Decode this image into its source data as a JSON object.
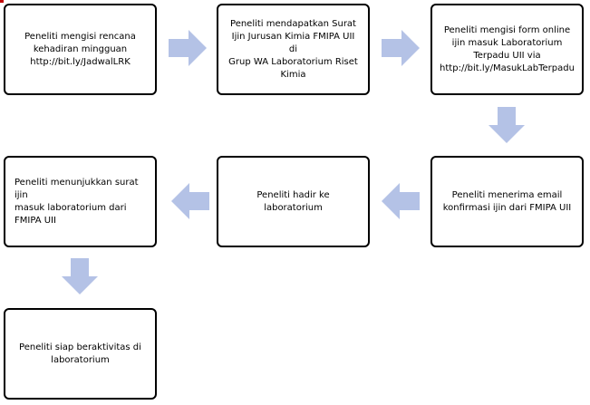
{
  "colors": {
    "box_border": "#000000",
    "arrow_fill": "#b4c2e6",
    "marker": "#c00000"
  },
  "steps": [
    {
      "text": "Peneliti mengisi rencana\nkehadiran mingguan\nhttp://bit.ly/JadwalLRK"
    },
    {
      "text": "Peneliti mendapatkan Surat\nIjin Jurusan Kimia FMIPA UII di\nGrup WA Laboratorium Riset\nKimia"
    },
    {
      "text": "Peneliti mengisi form online\nijin masuk Laboratorium\nTerpadu UII via\nhttp://bit.ly/MasukLabTerpadu"
    },
    {
      "text": "Peneliti menerima email\nkonfirmasi ijin dari FMIPA UII"
    },
    {
      "text": "Peneliti hadir ke laboratorium"
    },
    {
      "text": "Peneliti menunjukkan surat ijin\nmasuk laboratorium dari\nFMIPA UII"
    },
    {
      "text": "Peneliti siap beraktivitas di\nlaboratorium"
    }
  ],
  "arrows": [
    "right",
    "right",
    "down",
    "left",
    "left",
    "down"
  ]
}
